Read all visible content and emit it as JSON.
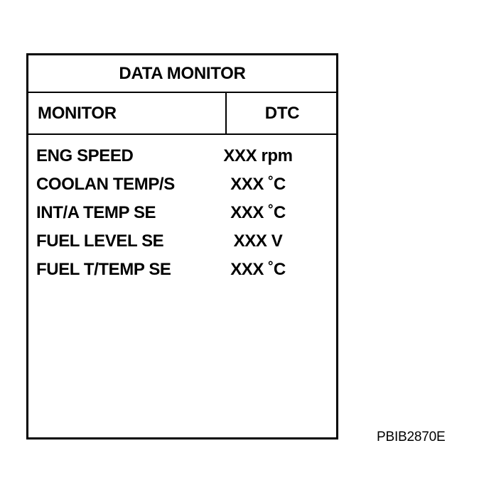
{
  "screen": {
    "title": "DATA MONITOR",
    "tabs": [
      {
        "label": "MONITOR"
      },
      {
        "label": "DTC"
      }
    ],
    "items": [
      {
        "label": "ENG SPEED",
        "value": "XXX rpm"
      },
      {
        "label": "COOLAN TEMP/S",
        "value": "XXX ˚C"
      },
      {
        "label": "INT/A TEMP SE",
        "value": "XXX ˚C"
      },
      {
        "label": "FUEL LEVEL SE",
        "value": "XXX V"
      },
      {
        "label": "FUEL T/TEMP SE",
        "value": "XXX ˚C"
      }
    ]
  },
  "figure_code": "PBIB2870E"
}
